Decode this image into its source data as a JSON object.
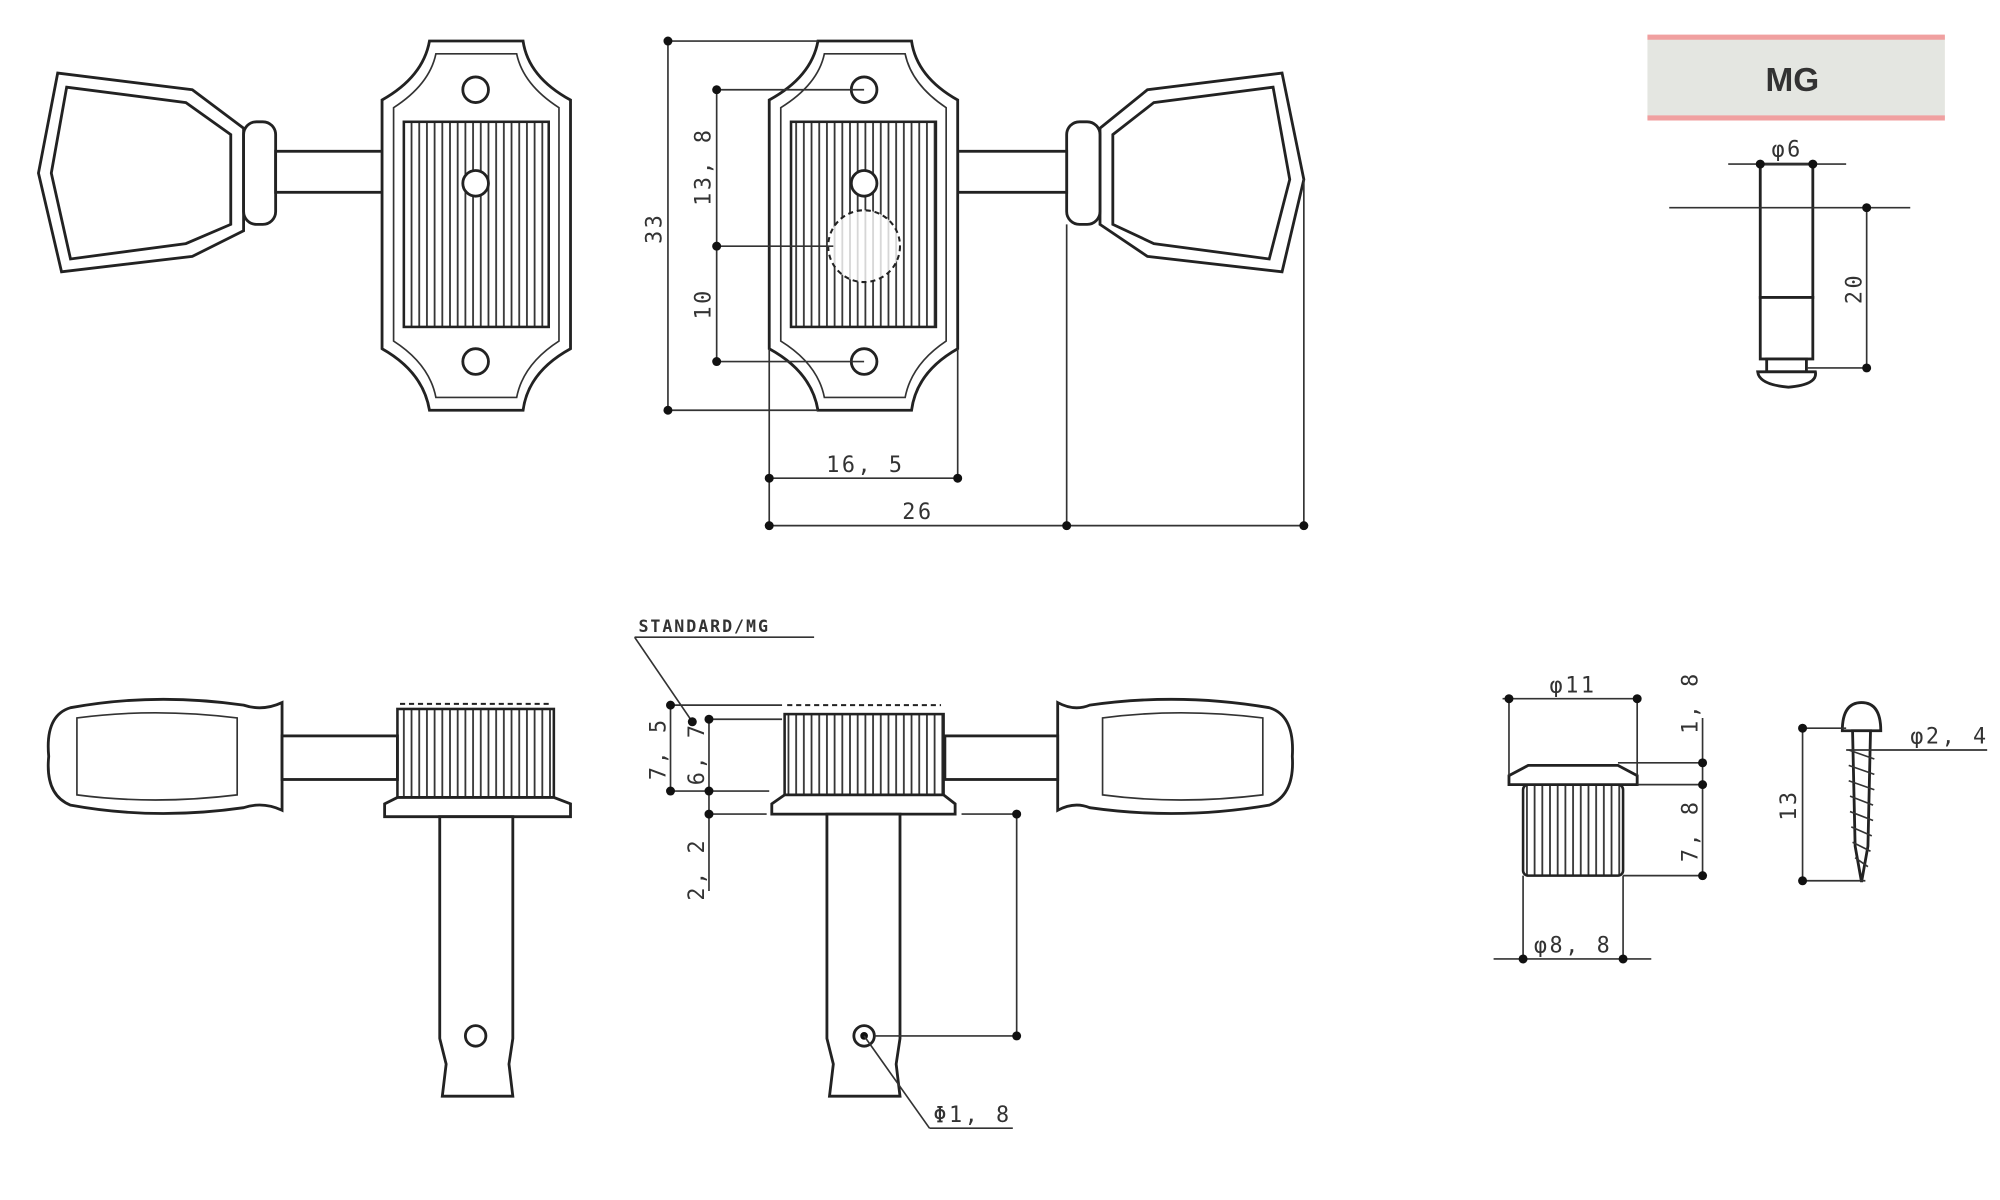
{
  "header": {
    "variant_label": "MG",
    "variant_bg": "#e4e6e1",
    "variant_border": "#f0a0a0"
  },
  "dimensions": {
    "overall_height": "33",
    "hole_to_center": "13, 8",
    "center_to_hole": "10",
    "plate_width": "16, 5",
    "overall_width": "26",
    "mg_post_diameter": "φ6",
    "mg_post_length": "20",
    "standard_mg_label": "STANDARD/MG",
    "bushing_height_a": "7, 5",
    "bushing_height_b": "6, 7",
    "flange_thickness": "2, 2",
    "string_hole_diameter": "Φ1, 8",
    "bushing_diameter": "φ11",
    "bushing_flange": "1, 8",
    "bushing_body": "7, 8",
    "bushing_body_diameter": "φ8, 8",
    "screw_length": "13",
    "screw_diameter": "φ2, 4"
  }
}
